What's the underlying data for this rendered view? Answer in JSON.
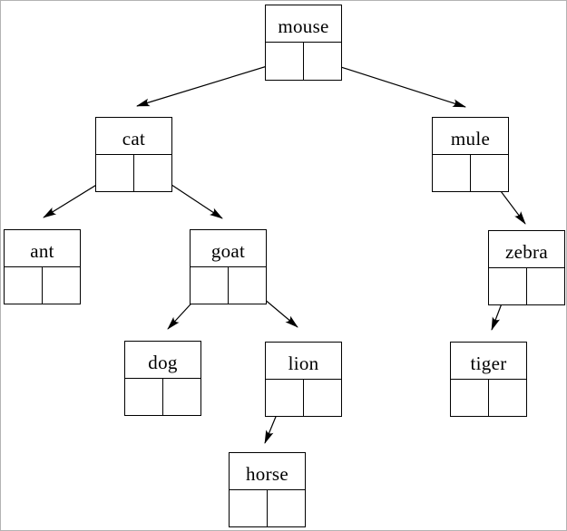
{
  "diagram": {
    "kind": "binary-tree-with-pointer-cells",
    "nodes": [
      {
        "label": "mouse",
        "left_child": "cat",
        "right_child": "mule"
      },
      {
        "label": "cat",
        "left_child": "ant",
        "right_child": "goat"
      },
      {
        "label": "mule",
        "left_child": null,
        "right_child": "zebra"
      },
      {
        "label": "ant",
        "left_child": null,
        "right_child": null
      },
      {
        "label": "goat",
        "left_child": "dog",
        "right_child": "lion"
      },
      {
        "label": "zebra",
        "left_child": "tiger",
        "right_child": null
      },
      {
        "label": "dog",
        "left_child": null,
        "right_child": null
      },
      {
        "label": "lion",
        "left_child": "horse",
        "right_child": null
      },
      {
        "label": "tiger",
        "left_child": null,
        "right_child": null
      },
      {
        "label": "horse",
        "left_child": null,
        "right_child": null
      }
    ],
    "edges": [
      {
        "from": "mouse",
        "pointer": "left",
        "to": "cat"
      },
      {
        "from": "mouse",
        "pointer": "right",
        "to": "mule"
      },
      {
        "from": "cat",
        "pointer": "left",
        "to": "ant"
      },
      {
        "from": "cat",
        "pointer": "right",
        "to": "goat"
      },
      {
        "from": "mule",
        "pointer": "right",
        "to": "zebra"
      },
      {
        "from": "goat",
        "pointer": "left",
        "to": "dog"
      },
      {
        "from": "goat",
        "pointer": "right",
        "to": "lion"
      },
      {
        "from": "zebra",
        "pointer": "left",
        "to": "tiger"
      },
      {
        "from": "lion",
        "pointer": "left",
        "to": "horse"
      }
    ],
    "colors": {
      "node_border": "#000000",
      "edge_line": "#000000",
      "text": "#000000",
      "background": "#ffffff",
      "frame_border": "#b3b3b3"
    }
  }
}
